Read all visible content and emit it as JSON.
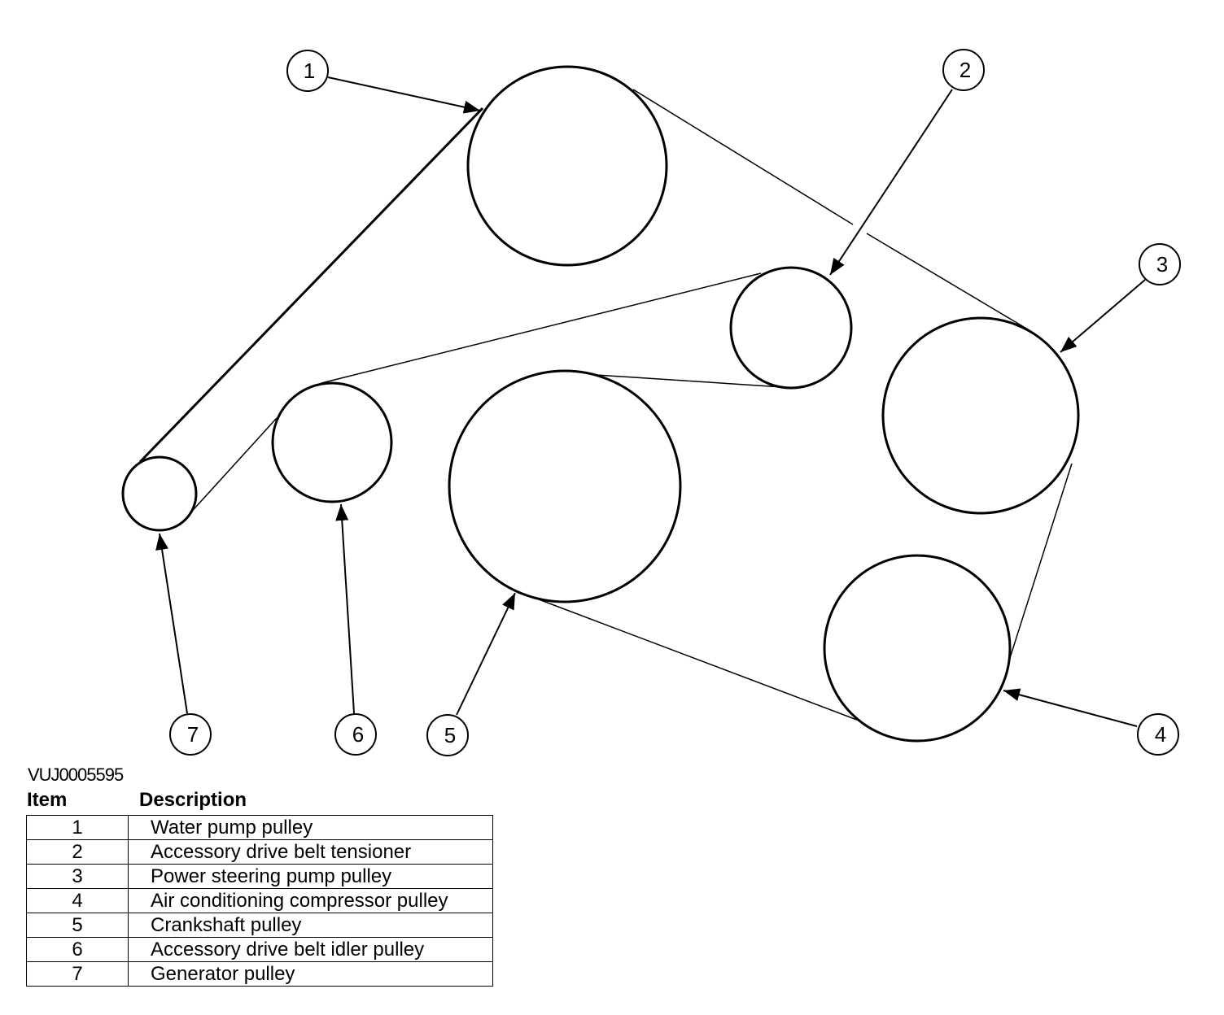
{
  "figure_id": "VUJ0005595",
  "legend": {
    "header_item": "Item",
    "header_description": "Description",
    "rows": [
      {
        "item": "1",
        "description": "Water pump pulley"
      },
      {
        "item": "2",
        "description": "Accessory drive belt tensioner"
      },
      {
        "item": "3",
        "description": "Power steering pump pulley"
      },
      {
        "item": "4",
        "description": "Air conditioning compressor pulley"
      },
      {
        "item": "5",
        "description": "Crankshaft pulley"
      },
      {
        "item": "6",
        "description": "Accessory drive belt idler pulley"
      },
      {
        "item": "7",
        "description": "Generator pulley"
      }
    ]
  },
  "callouts": [
    "1",
    "2",
    "3",
    "4",
    "5",
    "6",
    "7"
  ]
}
